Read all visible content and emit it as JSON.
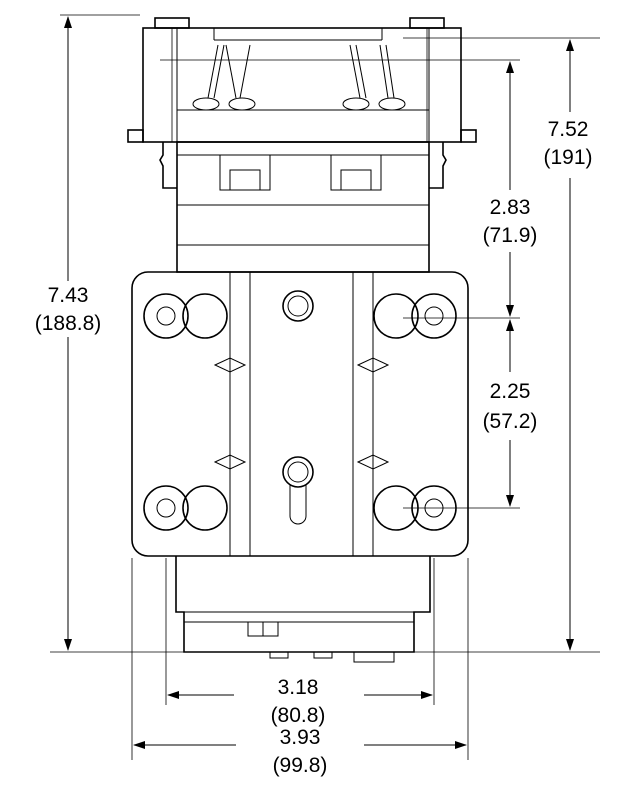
{
  "dimensions": {
    "overall_height": {
      "inch": "7.43",
      "mm": "(188.8)"
    },
    "total_height": {
      "inch": "7.52",
      "mm": "(191)"
    },
    "top_to_hole": {
      "inch": "2.83",
      "mm": "(71.9)"
    },
    "hole_spacing": {
      "inch": "2.25",
      "mm": "(57.2)"
    },
    "base_width": {
      "inch": "3.18",
      "mm": "(80.8)"
    },
    "plate_width": {
      "inch": "3.93",
      "mm": "(99.8)"
    }
  }
}
